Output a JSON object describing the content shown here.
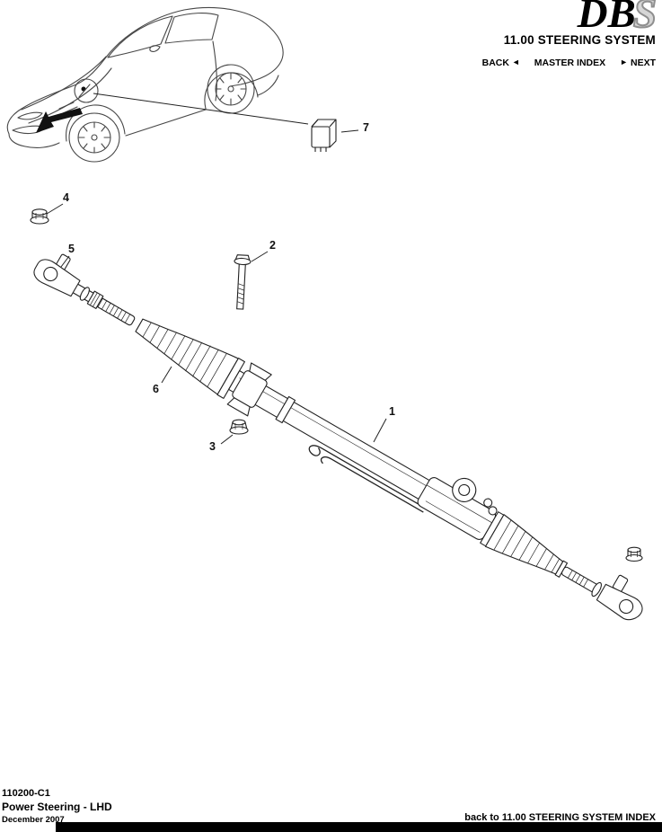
{
  "header": {
    "brand": {
      "db": "DB",
      "s": "S"
    },
    "section_title": "11.00 STEERING SYSTEM",
    "nav": {
      "back_label": "BACK",
      "back_arrow": "◄",
      "master_index_label": "MASTER INDEX",
      "next_arrow": "►",
      "next_label": "NEXT"
    }
  },
  "diagram": {
    "callouts": {
      "c1": "1",
      "c2": "2",
      "c3": "3",
      "c4": "4",
      "c5": "5",
      "c6": "6",
      "c7": "7"
    }
  },
  "footer": {
    "document_number": "110200-C1",
    "page_title": "Power Steering - LHD",
    "date": "December 2007",
    "index_link": "back to 11.00 STEERING SYSTEM INDEX"
  },
  "colors": {
    "ink": "#000000",
    "bar": "#000000",
    "logo_outline": "#8f8f8f"
  }
}
